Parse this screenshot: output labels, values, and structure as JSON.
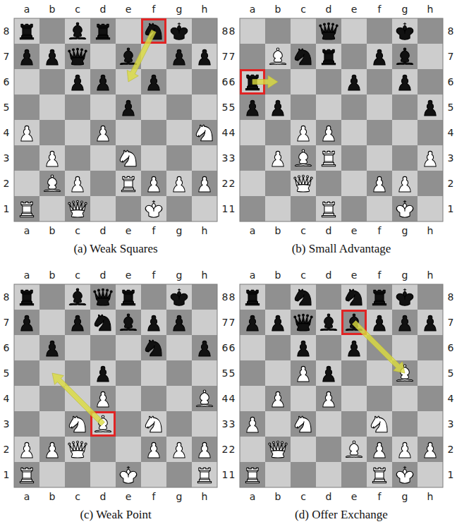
{
  "diagram": {
    "labels": [
      "a",
      "b",
      "c",
      "d",
      "e",
      "f",
      "g",
      "h",
      "8",
      "8",
      "7",
      "7",
      "6",
      "6",
      "5",
      "5",
      "4",
      "4",
      "3",
      "3",
      "2",
      "2",
      "1",
      "1",
      "a",
      "b",
      "c",
      "d",
      "e",
      "f",
      "g",
      "h",
      "(a) Weak Squares",
      "a",
      "b",
      "c",
      "d",
      "e",
      "f",
      "g",
      "h",
      "8",
      "8",
      "7",
      "7",
      "6",
      "6",
      "5",
      "5",
      "4",
      "4",
      "3",
      "3",
      "2",
      "2",
      "1",
      "1",
      "a",
      "b",
      "c",
      "d",
      "e",
      "f",
      "g",
      "h",
      "(b) Small Advantage",
      "a",
      "b",
      "c",
      "d",
      "e",
      "f",
      "g",
      "h",
      "8",
      "8",
      "7",
      "7",
      "6",
      "6",
      "5",
      "5",
      "4",
      "4",
      "3",
      "3",
      "2",
      "2",
      "1",
      "1",
      "a",
      "b",
      "c",
      "d",
      "e",
      "f",
      "g",
      "h",
      "(c) Weak Point",
      "a",
      "b",
      "c",
      "d",
      "e",
      "f",
      "g",
      "h",
      "8",
      "8",
      "7",
      "7",
      "6",
      "6",
      "5",
      "5",
      "4",
      "4",
      "3",
      "3",
      "2",
      "2",
      "1",
      "1",
      "a",
      "b",
      "c",
      "d",
      "e",
      "f",
      "g",
      "h",
      "(d) Offer Exchange"
    ]
  }
}
